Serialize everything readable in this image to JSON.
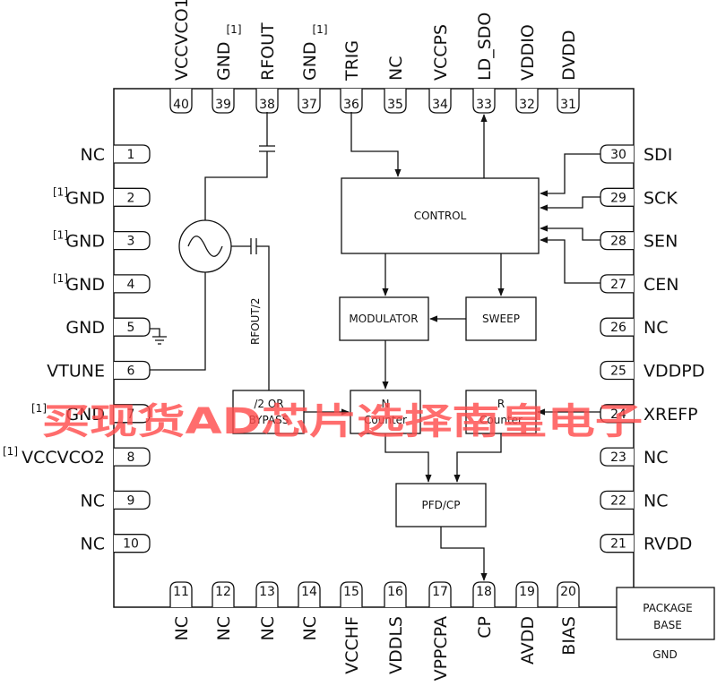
{
  "top_pins": [
    {
      "num": "40",
      "name": "VCCVCO1",
      "note": ""
    },
    {
      "num": "39",
      "name": "GND",
      "note": "[1]"
    },
    {
      "num": "38",
      "name": "RFOUT",
      "note": ""
    },
    {
      "num": "37",
      "name": "GND",
      "note": "[1]"
    },
    {
      "num": "36",
      "name": "TRIG",
      "note": ""
    },
    {
      "num": "35",
      "name": "NC",
      "note": ""
    },
    {
      "num": "34",
      "name": "VCCPS",
      "note": ""
    },
    {
      "num": "33",
      "name": "LD_SDO",
      "note": ""
    },
    {
      "num": "32",
      "name": "VDDIO",
      "note": ""
    },
    {
      "num": "31",
      "name": "DVDD",
      "note": ""
    }
  ],
  "left_pins": [
    {
      "num": "1",
      "name": "NC",
      "note": ""
    },
    {
      "num": "2",
      "name": "GND",
      "note": "[1]"
    },
    {
      "num": "3",
      "name": "GND",
      "note": "[1]"
    },
    {
      "num": "4",
      "name": "GND",
      "note": "[1]"
    },
    {
      "num": "5",
      "name": "GND",
      "note": ""
    },
    {
      "num": "6",
      "name": "VTUNE",
      "note": ""
    },
    {
      "num": "7",
      "name": "GND",
      "note": "[1]"
    },
    {
      "num": "8",
      "name": "VCCVCO2",
      "note": "[1]"
    },
    {
      "num": "9",
      "name": "NC",
      "note": ""
    },
    {
      "num": "10",
      "name": "NC",
      "note": ""
    }
  ],
  "right_pins": [
    {
      "num": "30",
      "name": "SDI"
    },
    {
      "num": "29",
      "name": "SCK"
    },
    {
      "num": "28",
      "name": "SEN"
    },
    {
      "num": "27",
      "name": "CEN"
    },
    {
      "num": "26",
      "name": "NC"
    },
    {
      "num": "25",
      "name": "VDDPD"
    },
    {
      "num": "24",
      "name": "XREFP"
    },
    {
      "num": "23",
      "name": "NC"
    },
    {
      "num": "22",
      "name": "NC"
    },
    {
      "num": "21",
      "name": "RVDD"
    }
  ],
  "bottom_pins": [
    {
      "num": "11",
      "name": "NC"
    },
    {
      "num": "12",
      "name": "NC"
    },
    {
      "num": "13",
      "name": "NC"
    },
    {
      "num": "14",
      "name": "NC"
    },
    {
      "num": "15",
      "name": "VCCHF"
    },
    {
      "num": "16",
      "name": "VDDLS"
    },
    {
      "num": "17",
      "name": "VPPCPA"
    },
    {
      "num": "18",
      "name": "CP"
    },
    {
      "num": "19",
      "name": "AVDD"
    },
    {
      "num": "20",
      "name": "BIAS"
    }
  ],
  "blocks": {
    "control": "CONTROL",
    "modulator": "MODULATOR",
    "sweep": "SWEEP",
    "divider_line1": "/2  OR",
    "divider_line2": "BYPASS",
    "n_counter_line1": "N",
    "n_counter_line2": "Counter",
    "r_counter_line1": "R",
    "r_counter_line2": "Counter",
    "pfd": "PFD/CP"
  },
  "rfout_half_label": "RFOUT/2",
  "package_base": {
    "line1": "PACKAGE",
    "line2": "BASE",
    "gnd": "GND"
  },
  "watermark": "买现货AD芯片选择南皇电子"
}
